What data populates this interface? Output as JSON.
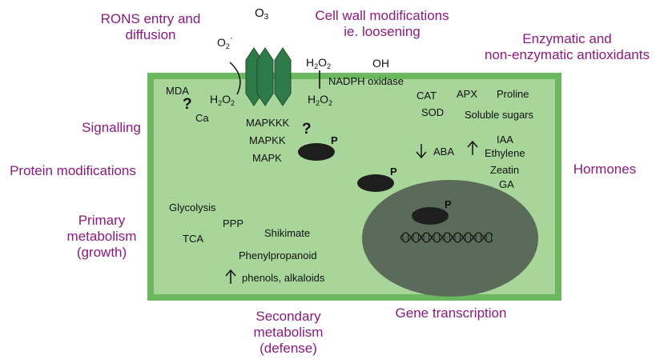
{
  "colors": {
    "label": "#8b1a7e",
    "cell_fill": "#a8d59a",
    "cell_border": "#6ab760",
    "nucleus": "#5b6b5a",
    "channel": "#2f7a49"
  },
  "outer_labels": {
    "rons_1": "RONS entry and",
    "rons_2": "diffusion",
    "cellwall_1": "Cell wall modifications",
    "cellwall_2": "ie. loosening",
    "antiox_1": "Enzymatic and",
    "antiox_2": "non-enzymatic antioxidants",
    "signalling": "Signalling",
    "protein_mod": "Protein modifications",
    "primary_1": "Primary",
    "primary_2": "metabolism",
    "primary_3": "(growth)",
    "hormones": "Hormones",
    "secondary_1": "Secondary",
    "secondary_2": "metabolism",
    "secondary_3": "(defense)",
    "gene_transcription": "Gene transcription"
  },
  "species": {
    "o3": "O",
    "o3_sub": "3",
    "o2": "O",
    "o2_sub": "2",
    "o2_sup": "·",
    "h2o2_a": "H",
    "h2o2_b": "O",
    "sub2": "2",
    "oh": "OH",
    "nadph": "NADPH oxidase"
  },
  "inner": {
    "mda": "MDA",
    "q": "?",
    "ca": "Ca",
    "mapkkk": "MAPKKK",
    "mapkk": "MAPKK",
    "mapk": "MAPK",
    "p": "P",
    "cat": "CAT",
    "apx": "APX",
    "proline": "Proline",
    "sod": "SOD",
    "soluble_sugars": "Soluble sugars",
    "aba": "ABA",
    "iaa": "IAA",
    "ethylene": "Ethylene",
    "zeatin": "Zeatin",
    "ga": "GA",
    "glycolysis": "Glycolysis",
    "ppp": "PPP",
    "tca": "TCA",
    "shikimate": "Shikimate",
    "phenylpropanoid": "Phenylpropanoid",
    "phenols": "phenols, alkaloids"
  }
}
